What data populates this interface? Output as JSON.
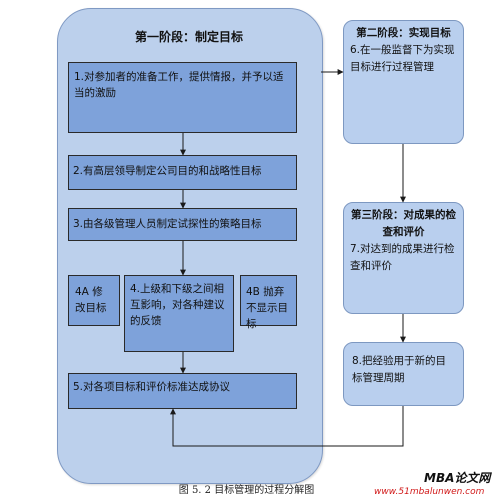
{
  "stage1": {
    "title": "第一阶段：制定目标",
    "step1": "1.对参加者的准备工作，提供情报，并予以适当的激励",
    "step2": "2.有高层领导制定公司目的和战略性目标",
    "step3": "3.由各级管理人员制定试探性的策略目标",
    "step4a": "4A 修改目标",
    "step4": "4.上级和下级之间相互影响，对各种建议的反馈",
    "step4b": "4B 抛弃不显示目标",
    "step5": "5.对各项目标和评价标准达成协议"
  },
  "stage2": {
    "title": "第二阶段：实现目标",
    "step6": "6.在一般监督下为实现目标进行过程管理"
  },
  "stage3": {
    "title": "第三阶段：对成果的检查和评价",
    "step7": "7.对达到的成果进行检查和评价"
  },
  "step8": "8.把经验用于新的目标管理周期",
  "caption": "图 5. 2 目标管理的过程分解图",
  "watermark": {
    "brand": "MBA论文网",
    "url": "www.51mbalunwen.com"
  },
  "colors": {
    "panel": "#bcd0ec",
    "box": "#7ea2da",
    "line": "#1a1a1a",
    "watermark": "#d11919"
  }
}
